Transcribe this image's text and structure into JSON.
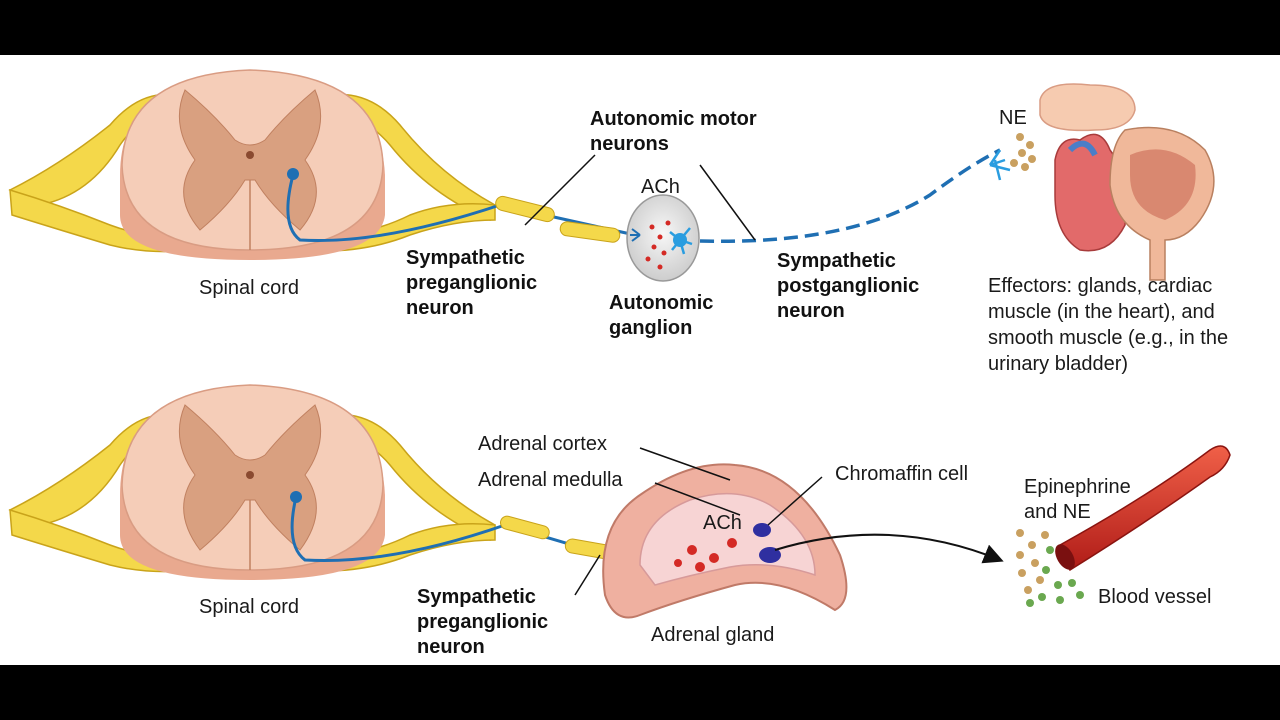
{
  "top_panel": {
    "spinal_cord_label": "Spinal cord",
    "autonomic_motor_neurons_label": "Autonomic motor neurons",
    "ach_label": "ACh",
    "ne_label": "NE",
    "preganglionic_label": "Sympathetic preganglionic neuron",
    "ganglion_label": "Autonomic ganglion",
    "postganglionic_label": "Sympathetic postganglionic neuron",
    "effectors_label": "Effectors: glands, cardiac muscle (in the heart), and smooth muscle (e.g., in the urinary bladder)"
  },
  "bottom_panel": {
    "spinal_cord_label": "Spinal cord",
    "preganglionic_label": "Sympathetic preganglionic neuron",
    "adrenal_cortex_label": "Adrenal cortex",
    "adrenal_medulla_label": "Adrenal medulla",
    "ach_label": "ACh",
    "chromaffin_label": "Chromaffin cell",
    "adrenal_gland_label": "Adrenal gland",
    "epinephrine_label": "Epinephrine and NE",
    "blood_vessel_label": "Blood vessel"
  },
  "colors": {
    "nerve_yellow": "#f4d84a",
    "neuron_blue": "#1f6fb3",
    "spinal_pink": "#f2c6b0",
    "gray_matter": "#e0a888",
    "vessel_red": "#d42a25"
  }
}
